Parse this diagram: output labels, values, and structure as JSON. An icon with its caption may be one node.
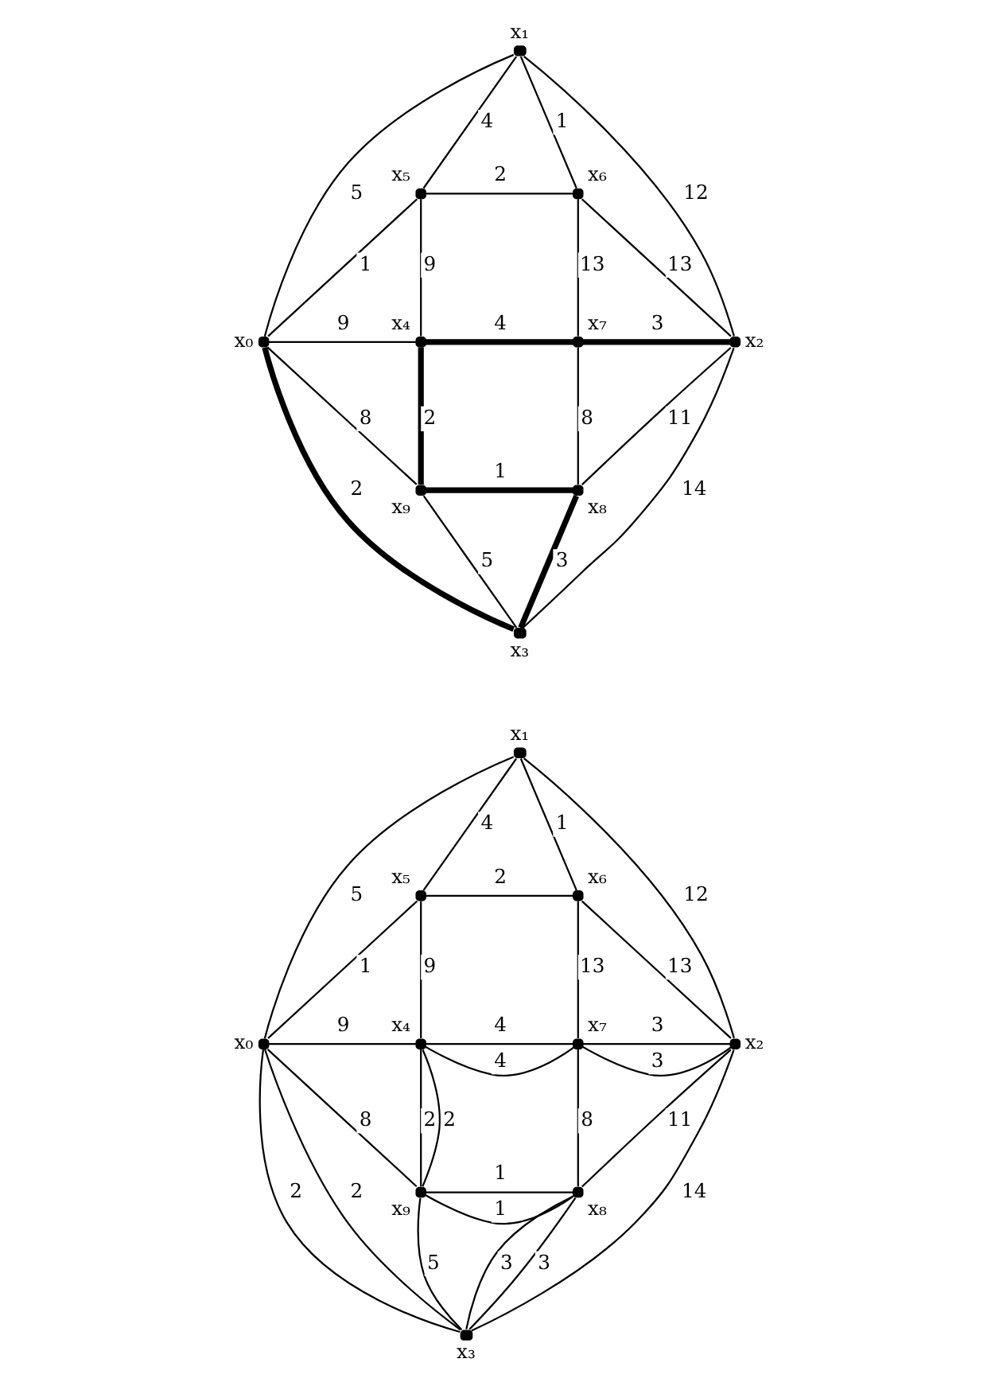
{
  "diagram": {
    "nodes": [
      {
        "text": [],
        "shape": "circle",
        "beside": [
          "x₁"
        ]
      },
      {
        "text": [],
        "shape": "circle",
        "beside": [
          "x₅"
        ]
      },
      {
        "text": [],
        "shape": "circle",
        "beside": [
          "x₆"
        ]
      },
      {
        "text": [],
        "shape": "circle",
        "beside": [
          "x₀"
        ]
      },
      {
        "text": [],
        "shape": "circle",
        "beside": [
          "x₄"
        ]
      },
      {
        "text": [],
        "shape": "circle",
        "beside": [
          "x₇"
        ]
      },
      {
        "text": [],
        "shape": "circle",
        "beside": [
          "x₂"
        ]
      },
      {
        "text": [],
        "shape": "circle",
        "beside": [
          "x₉"
        ]
      },
      {
        "text": [],
        "shape": "circle",
        "beside": [
          "x₈"
        ]
      },
      {
        "text": [],
        "shape": "circle",
        "beside": [
          "x₃"
        ]
      },
      {
        "text": [],
        "shape": "circle",
        "beside": [
          "x₁"
        ]
      },
      {
        "text": [],
        "shape": "circle",
        "beside": [
          "x₅"
        ]
      },
      {
        "text": [],
        "shape": "circle",
        "beside": [
          "x₆"
        ]
      },
      {
        "text": [],
        "shape": "circle",
        "beside": [
          "x₀"
        ]
      },
      {
        "text": [],
        "shape": "circle",
        "beside": [
          "x₄"
        ]
      },
      {
        "text": [],
        "shape": "circle",
        "beside": [
          "x₇"
        ]
      },
      {
        "text": [],
        "shape": "circle",
        "beside": [
          "x₂"
        ]
      },
      {
        "text": [],
        "shape": "circle",
        "beside": [
          "x₉"
        ]
      },
      {
        "text": [],
        "shape": "circle",
        "beside": [
          "x₈"
        ]
      },
      {
        "text": [],
        "shape": "circle",
        "beside": [
          "x₃"
        ]
      }
    ],
    "edges": [
      {
        "from": 0,
        "to": 3,
        "arrow": "none",
        "label": "5"
      },
      {
        "from": 0,
        "to": 1,
        "arrow": "none",
        "label": "4"
      },
      {
        "from": 0,
        "to": 2,
        "arrow": "none",
        "label": "1"
      },
      {
        "from": 0,
        "to": 6,
        "arrow": "none",
        "label": "12"
      },
      {
        "from": 1,
        "to": 2,
        "arrow": "none",
        "label": "2"
      },
      {
        "from": 1,
        "to": 3,
        "arrow": "none",
        "label": "1"
      },
      {
        "from": 1,
        "to": 4,
        "arrow": "none",
        "label": "9"
      },
      {
        "from": 2,
        "to": 5,
        "arrow": "none",
        "label": "13"
      },
      {
        "from": 2,
        "to": 6,
        "arrow": "none",
        "label": "13"
      },
      {
        "from": 3,
        "to": 4,
        "arrow": "none",
        "label": "9"
      },
      {
        "from": 4,
        "to": 5,
        "arrow": "none",
        "label": "4",
        "style": "thick"
      },
      {
        "from": 5,
        "to": 6,
        "arrow": "none",
        "label": "3",
        "style": "thick"
      },
      {
        "from": 3,
        "to": 7,
        "arrow": "none",
        "label": "8"
      },
      {
        "from": 4,
        "to": 7,
        "arrow": "none",
        "label": "2",
        "style": "thick"
      },
      {
        "from": 5,
        "to": 8,
        "arrow": "none",
        "label": "8"
      },
      {
        "from": 6,
        "to": 8,
        "arrow": "none",
        "label": "11"
      },
      {
        "from": 3,
        "to": 9,
        "arrow": "none",
        "label": "2",
        "style": "thick"
      },
      {
        "from": 7,
        "to": 8,
        "arrow": "none",
        "label": "1",
        "style": "thick"
      },
      {
        "from": 7,
        "to": 9,
        "arrow": "none",
        "label": "5"
      },
      {
        "from": 8,
        "to": 9,
        "arrow": "none",
        "label": "3",
        "style": "thick"
      },
      {
        "from": 6,
        "to": 9,
        "arrow": "none",
        "label": "14"
      },
      {
        "from": 10,
        "to": 13,
        "arrow": "none",
        "label": "5"
      },
      {
        "from": 10,
        "to": 11,
        "arrow": "none",
        "label": "4"
      },
      {
        "from": 10,
        "to": 12,
        "arrow": "none",
        "label": "1"
      },
      {
        "from": 10,
        "to": 16,
        "arrow": "none",
        "label": "12"
      },
      {
        "from": 11,
        "to": 12,
        "arrow": "none",
        "label": "2"
      },
      {
        "from": 11,
        "to": 13,
        "arrow": "none",
        "label": "1"
      },
      {
        "from": 11,
        "to": 14,
        "arrow": "none",
        "label": "9"
      },
      {
        "from": 12,
        "to": 15,
        "arrow": "none",
        "label": "13"
      },
      {
        "from": 12,
        "to": 16,
        "arrow": "none",
        "label": "13"
      },
      {
        "from": 13,
        "to": 14,
        "arrow": "none",
        "label": "9"
      },
      {
        "from": 14,
        "to": 15,
        "arrow": "none",
        "label": "4"
      },
      {
        "from": 14,
        "to": 15,
        "arrow": "none",
        "label": "4"
      },
      {
        "from": 15,
        "to": 16,
        "arrow": "none",
        "label": "3"
      },
      {
        "from": 15,
        "to": 16,
        "arrow": "none",
        "label": "3"
      },
      {
        "from": 13,
        "to": 17,
        "arrow": "none",
        "label": "8"
      },
      {
        "from": 14,
        "to": 17,
        "arrow": "none",
        "label": "2"
      },
      {
        "from": 14,
        "to": 17,
        "arrow": "none",
        "label": "2"
      },
      {
        "from": 15,
        "to": 18,
        "arrow": "none",
        "label": "8"
      },
      {
        "from": 16,
        "to": 18,
        "arrow": "none",
        "label": "11"
      },
      {
        "from": 13,
        "to": 19,
        "arrow": "none",
        "label": "2"
      },
      {
        "from": 13,
        "to": 19,
        "arrow": "none",
        "label": "2"
      },
      {
        "from": 17,
        "to": 18,
        "arrow": "none",
        "label": "1"
      },
      {
        "from": 17,
        "to": 18,
        "arrow": "none",
        "label": "1"
      },
      {
        "from": 17,
        "to": 19,
        "arrow": "none",
        "label": "5"
      },
      {
        "from": 18,
        "to": 19,
        "arrow": "none",
        "label": "3"
      },
      {
        "from": 18,
        "to": 19,
        "arrow": "none",
        "label": "3"
      },
      {
        "from": 16,
        "to": 19,
        "arrow": "none",
        "label": "14"
      }
    ]
  }
}
